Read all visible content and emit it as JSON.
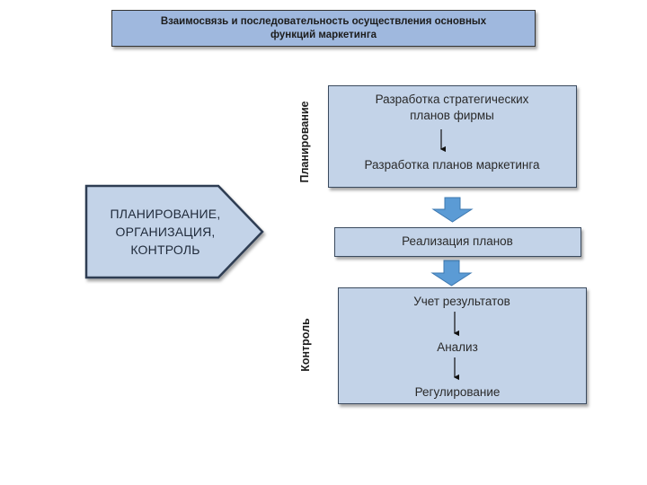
{
  "title": {
    "line1": "Взаимосвязь и последовательность осуществления основных",
    "line2": "функций маркетинга"
  },
  "pentagon": {
    "line1": "ПЛАНИРОВАНИЕ,",
    "line2": "ОРГАНИЗАЦИЯ,",
    "line3": "КОНТРОЛЬ"
  },
  "side_labels": {
    "planning": "Планирование",
    "control": "Контроль"
  },
  "planning_box": {
    "strategic_line1": "Разработка стратегических",
    "strategic_line2": "планов фирмы",
    "marketing_plans": "Разработка планов маркетинга"
  },
  "implementation_box": {
    "label": "Реализация планов"
  },
  "control_box": {
    "results": "Учет результатов",
    "analysis": "Анализ",
    "regulation": "Регулирование"
  },
  "colors": {
    "box_fill": "#c3d3e8",
    "title_fill": "#9fb8de",
    "arrow_fill": "#5b9bd5",
    "border": "#3a4a5e"
  }
}
